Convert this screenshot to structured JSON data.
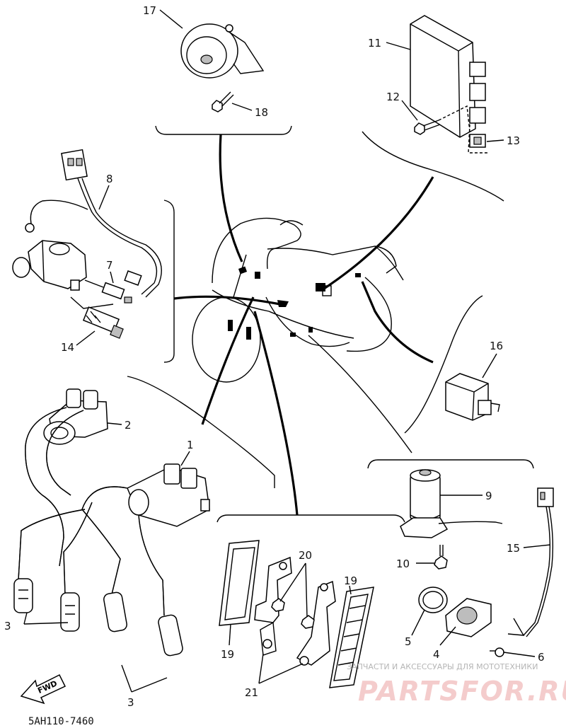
{
  "callouts": [
    {
      "id": "c17",
      "text": "17"
    },
    {
      "id": "c18",
      "text": "18"
    },
    {
      "id": "c11",
      "text": "11"
    },
    {
      "id": "c12",
      "text": "12"
    },
    {
      "id": "c13",
      "text": "13"
    },
    {
      "id": "c8",
      "text": "8"
    },
    {
      "id": "c7",
      "text": "7"
    },
    {
      "id": "c14",
      "text": "14"
    },
    {
      "id": "c16",
      "text": "16"
    },
    {
      "id": "c2",
      "text": "2"
    },
    {
      "id": "c1",
      "text": "1"
    },
    {
      "id": "c9",
      "text": "9"
    },
    {
      "id": "c10",
      "text": "10"
    },
    {
      "id": "c15",
      "text": "15"
    },
    {
      "id": "c5",
      "text": "5"
    },
    {
      "id": "c4",
      "text": "4"
    },
    {
      "id": "c6",
      "text": "6"
    },
    {
      "id": "c19a",
      "text": "19"
    },
    {
      "id": "c19b",
      "text": "19"
    },
    {
      "id": "c20",
      "text": "20"
    },
    {
      "id": "c21",
      "text": "21"
    },
    {
      "id": "c3a",
      "text": "3"
    },
    {
      "id": "c3b",
      "text": "3"
    }
  ],
  "fwd_label": "FWD",
  "diagram_code": "5AH110-7460",
  "watermark": {
    "tagline": "ЗАПЧАСТИ И АКСЕССУАРЫ ДЛЯ МОТОТЕХНИКИ",
    "brand": "PARTSFOR.RU"
  }
}
